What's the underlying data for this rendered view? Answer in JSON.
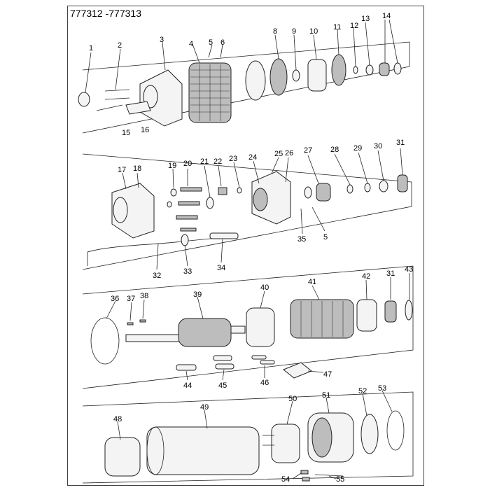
{
  "title": "777312 -777313",
  "labels": [
    "1",
    "2",
    "3",
    "4",
    "5",
    "6",
    "8",
    "9",
    "10",
    "11",
    "12",
    "13",
    "14",
    "15",
    "16",
    "17",
    "18",
    "19",
    "20",
    "21",
    "22",
    "23",
    "24",
    "25",
    "26",
    "27",
    "28",
    "29",
    "30",
    "31",
    "5",
    "35",
    "32",
    "33",
    "34",
    "36",
    "37",
    "38",
    "39",
    "40",
    "41",
    "42",
    "31",
    "43",
    "44",
    "45",
    "46",
    "47",
    "48",
    "49",
    "50",
    "51",
    "52",
    "53",
    "54",
    "55"
  ]
}
